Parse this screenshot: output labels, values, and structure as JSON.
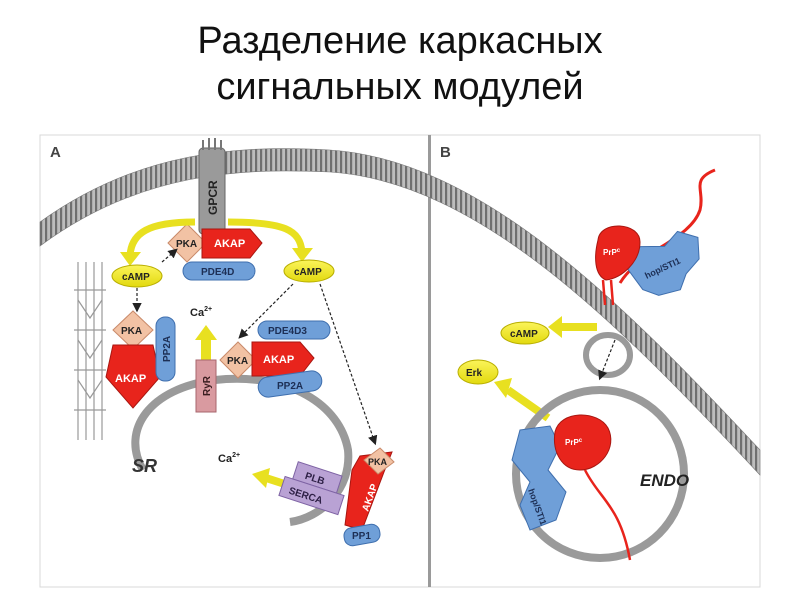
{
  "slide": {
    "title_line1": "Разделение каркасных",
    "title_line2": "сигнальных модулей"
  },
  "panel_a": {
    "label": "A",
    "gpcr": "GPCR",
    "pka": "PKA",
    "akap": "AKAP",
    "pde4d": "PDE4D",
    "pde4d3": "PDE4D3",
    "pp2a": "PP2A",
    "pp1": "PP1",
    "camp": "cAMP",
    "ca": "Ca",
    "ca_sup": "2+",
    "ryr": "RyR",
    "plb": "PLB",
    "serca": "SERCA",
    "sr": "SR"
  },
  "panel_b": {
    "label": "B",
    "prpc": "PrP",
    "prpc_sup": "c",
    "hop": "hop/STI1",
    "camp": "cAMP",
    "erk": "Erk",
    "endo": "ENDO"
  },
  "colors": {
    "membrane": "#8a8a8a",
    "red": "#e8241c",
    "pka_peach": "#f2c2a4",
    "blue": "#6f9fd8",
    "yellow": "#f3ea1c",
    "arrow_yellow": "#e8e020",
    "ryr_pink": "#d99aa0",
    "serca_purple": "#b9a2d4"
  }
}
